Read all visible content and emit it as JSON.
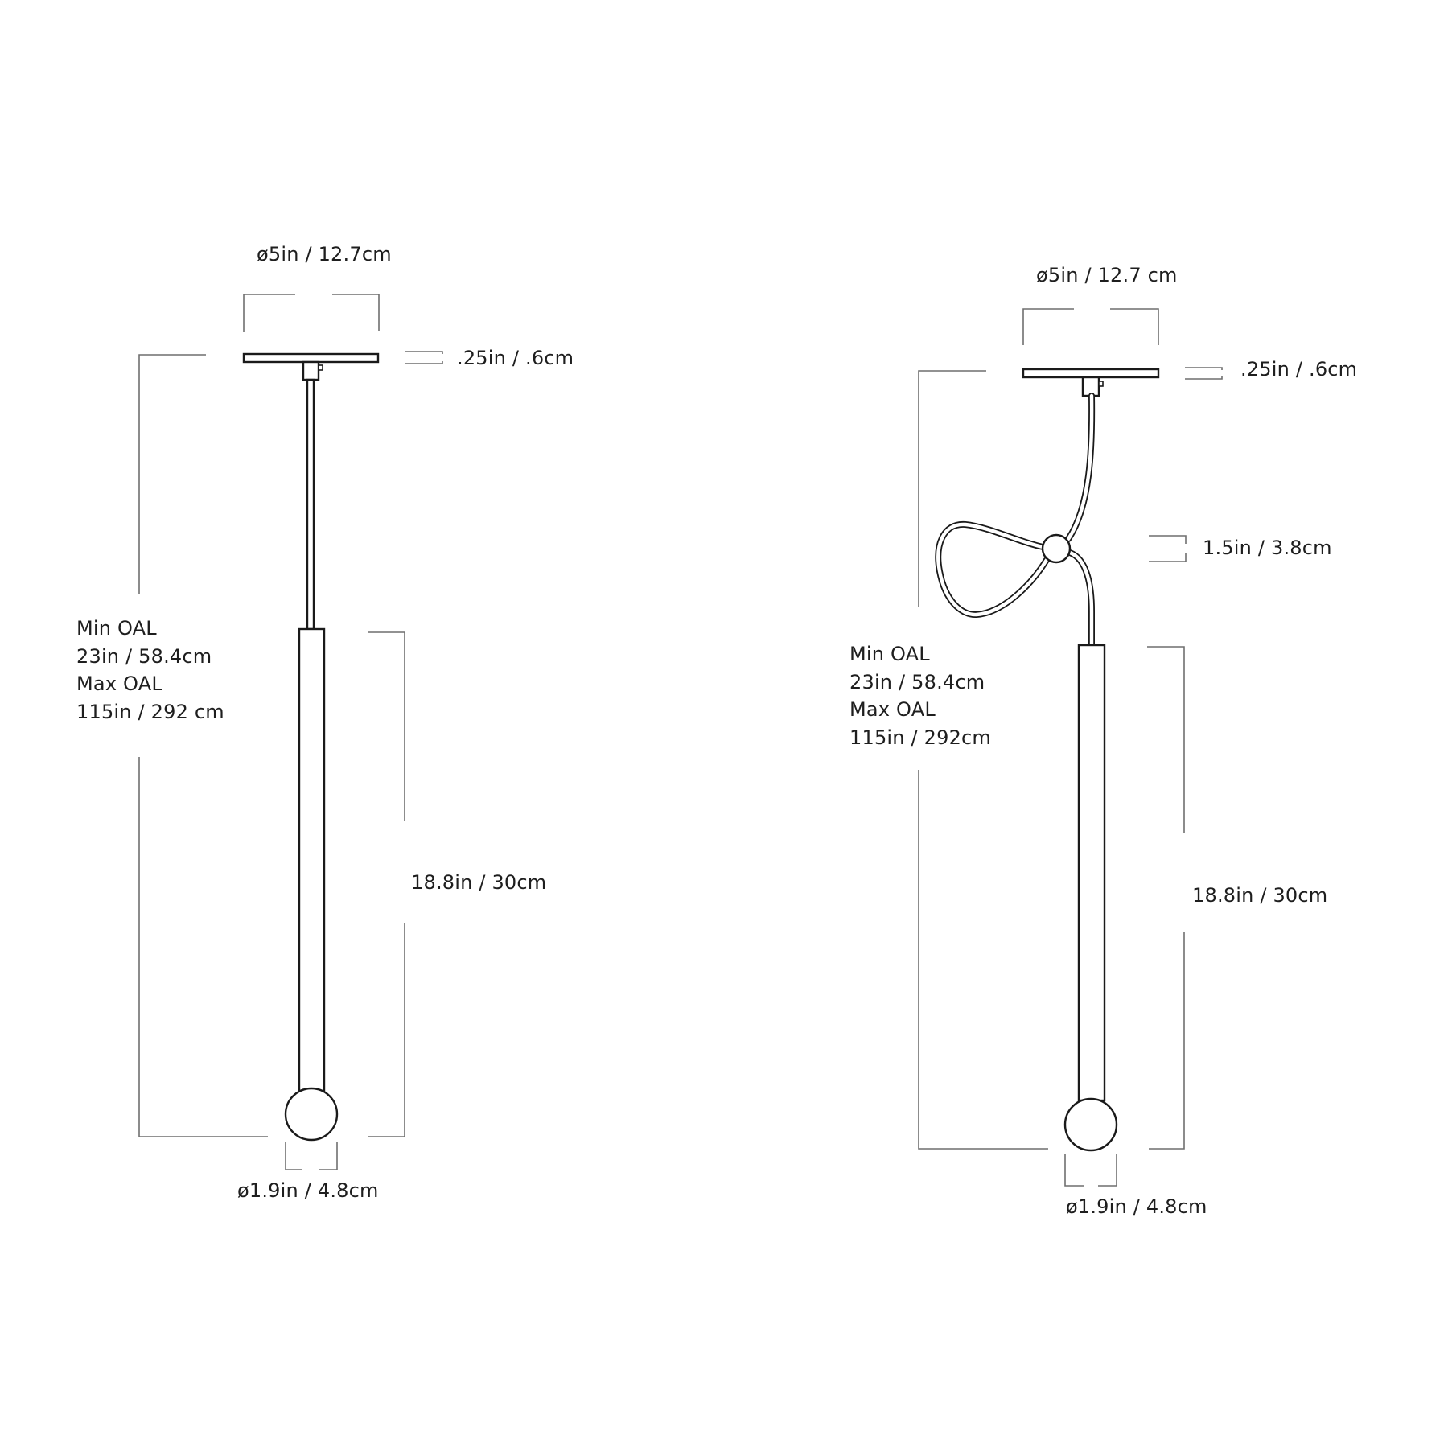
{
  "diagram": {
    "title": "Pendant lamp dimension drawings",
    "line_color": "#1a1a1a",
    "dimension_line_color": "#6f6f6f",
    "background": "#ffffff",
    "variants": [
      {
        "name": "rod-stem pendant",
        "labels": {
          "canopy_diameter": "ø5in / 12.7cm",
          "canopy_thickness": ".25in / .6cm",
          "oal": [
            "Min OAL",
            "23in / 58.4cm",
            "Max OAL",
            "115in / 292 cm"
          ],
          "tube_length": "18.8in / 30cm",
          "globe_diameter": "ø1.9in / 4.8cm"
        }
      },
      {
        "name": "cord pendant with knot",
        "labels": {
          "canopy_diameter": "ø5in / 12.7 cm",
          "canopy_thickness": ".25in / .6cm",
          "knot_diameter": "1.5in / 3.8cm",
          "oal": [
            "Min OAL",
            "23in / 58.4cm",
            "Max OAL",
            "115in / 292cm"
          ],
          "tube_length": "18.8in / 30cm",
          "globe_diameter": "ø1.9in / 4.8cm"
        }
      }
    ]
  }
}
